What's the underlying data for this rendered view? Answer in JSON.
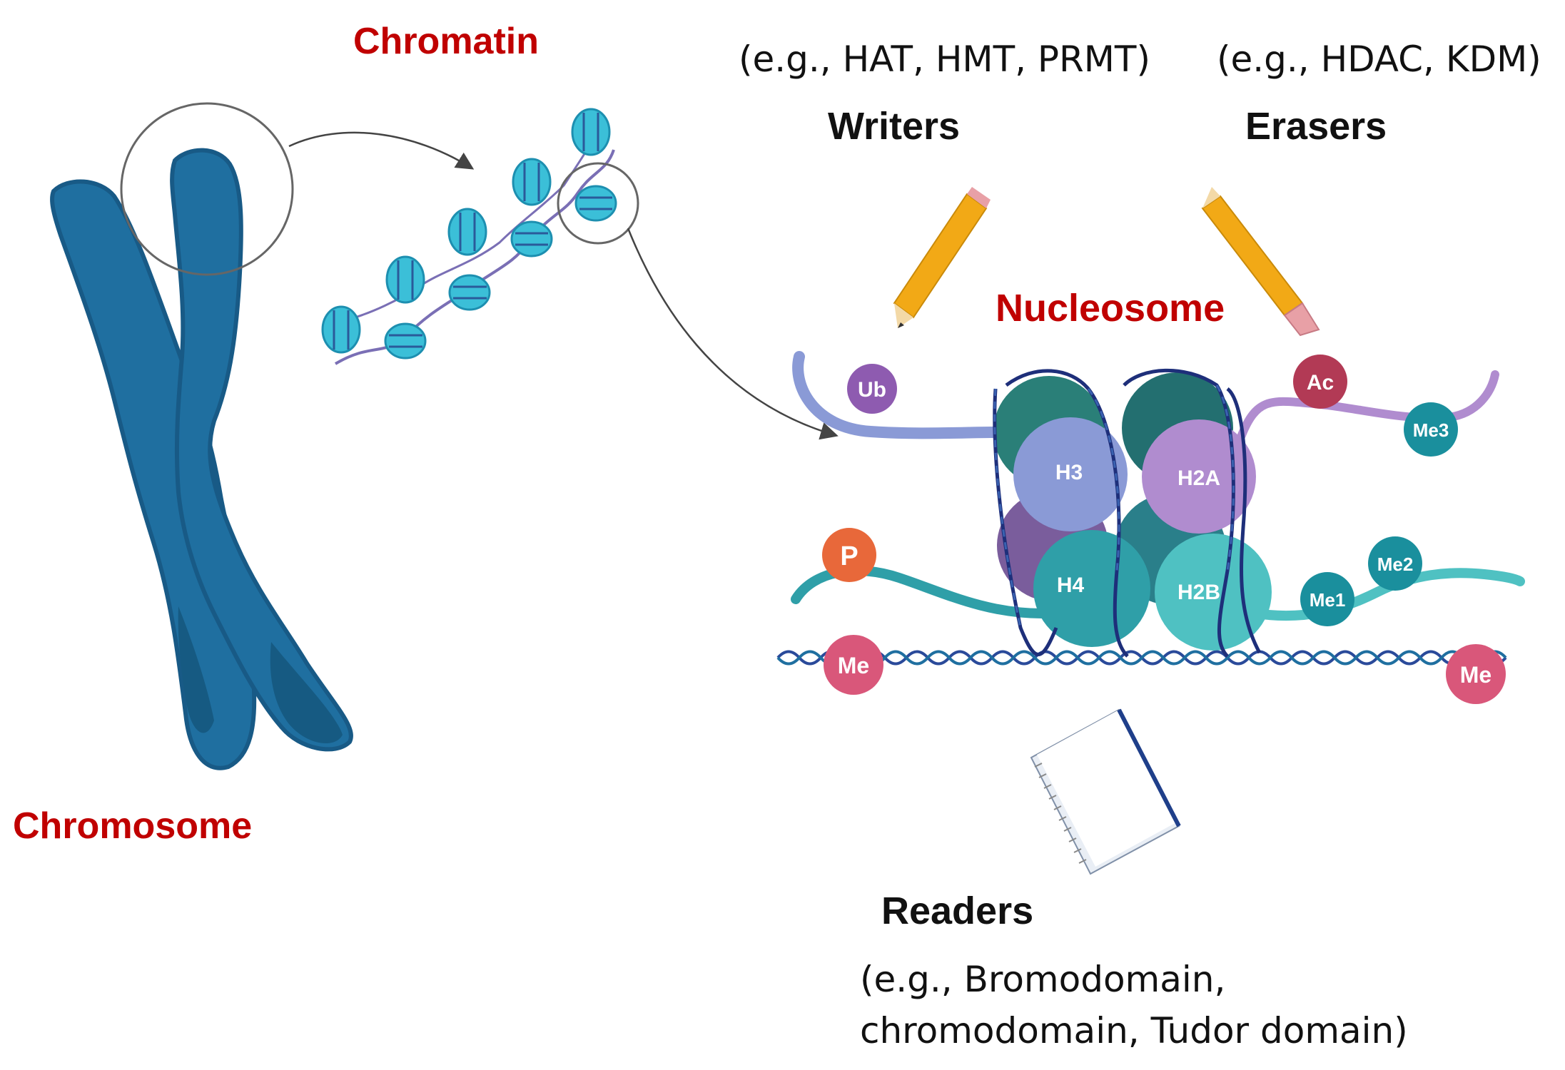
{
  "labels": {
    "chromatin": "Chromatin",
    "chromosome": "Chromosome",
    "nucleosome": "Nucleosome",
    "writers": "Writers",
    "writers_examples": "(e.g., HAT, HMT, PRMT)",
    "erasers": "Erasers",
    "erasers_examples": "(e.g., HDAC, KDM)",
    "readers": "Readers",
    "readers_examples_line1": "(e.g., Bromodomain,",
    "readers_examples_line2": "chromodomain, Tudor domain)"
  },
  "histones": {
    "h3": "H3",
    "h2a": "H2A",
    "h4": "H4",
    "h2b": "H2B"
  },
  "marks": {
    "ub": "Ub",
    "ac": "Ac",
    "me3": "Me3",
    "p": "P",
    "me1": "Me1",
    "me2": "Me2",
    "me_left": "Me",
    "me_right": "Me"
  },
  "colors": {
    "label_red": "#c00000",
    "chromosome_blue": "#1f6fa0",
    "chromatin_cyan": "#3bbfd8",
    "h3_blue": "#8a9ad6",
    "h2a_purple": "#b08ccf",
    "h4_teal": "#2f9fa8",
    "h2b_teal": "#4fc1c2",
    "pencil_yellow": "#f2a916",
    "ub_purple": "#8e5bb0",
    "ac_red": "#b23a55",
    "me_teal": "#1a8f9d",
    "p_orange": "#e8683a",
    "me_pink": "#d9577a"
  }
}
